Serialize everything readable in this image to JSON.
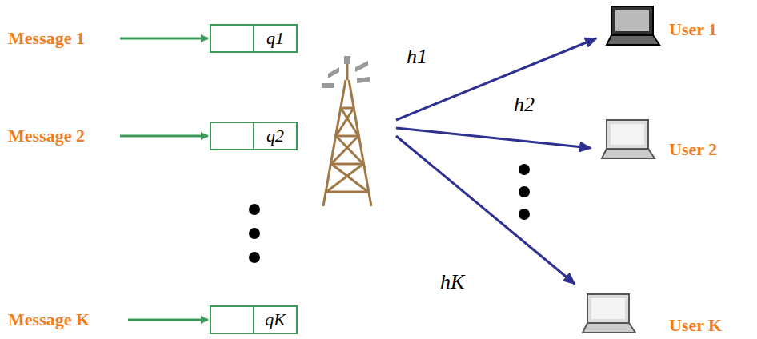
{
  "diagram": {
    "nodes": [
      {
        "text": [
          "q1"
        ]
      },
      {
        "text": [
          "q2"
        ]
      },
      {
        "text": [
          "qK"
        ]
      }
    ],
    "edges": [],
    "labels": [
      "Message 1",
      "Message 2",
      "Message K",
      "h1",
      "h2",
      "hK",
      "User 1",
      "User 2",
      "User K"
    ]
  }
}
